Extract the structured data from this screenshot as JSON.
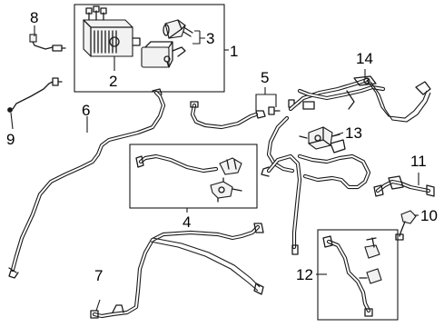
{
  "callouts": {
    "c1": "1",
    "c2": "2",
    "c3": "3",
    "c4": "4",
    "c5": "5",
    "c6": "6",
    "c7": "7",
    "c8": "8",
    "c9": "9",
    "c10": "10",
    "c11": "11",
    "c12": "12",
    "c13": "13",
    "c14": "14"
  },
  "colors": {
    "line": "#1a1a1a",
    "background": "#ffffff"
  }
}
